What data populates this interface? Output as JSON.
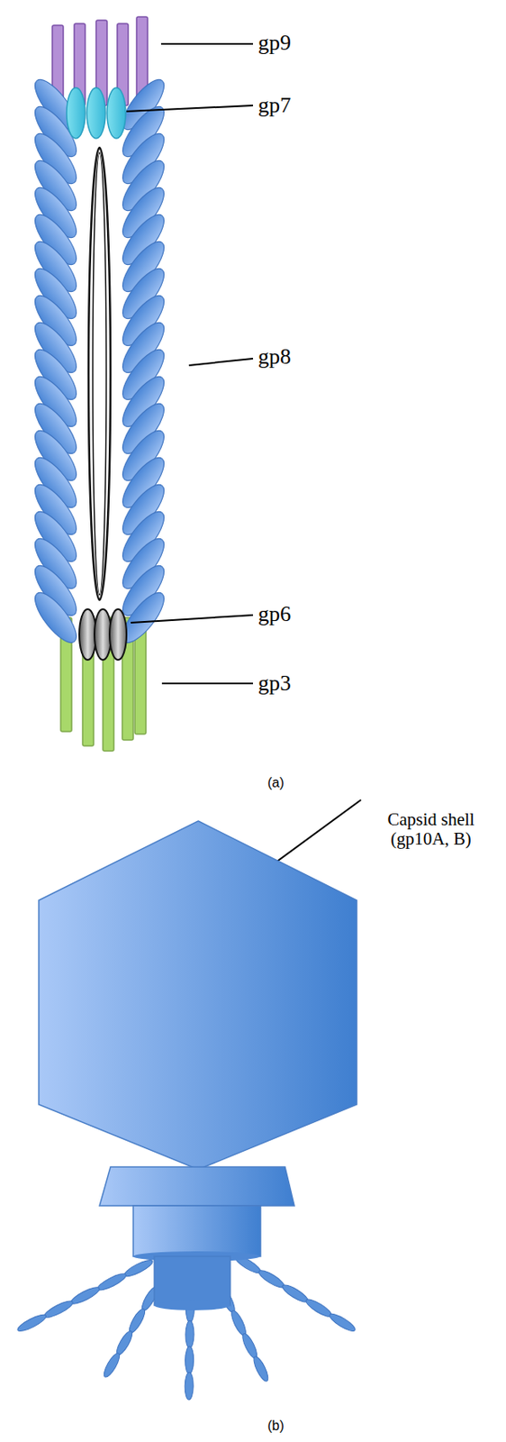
{
  "diagram": {
    "labels": [
      "gp9",
      "gp7",
      "gp8",
      "gp6",
      "gp3",
      "(a)",
      "Capsid shell (gp10A, B)",
      "(b)"
    ]
  }
}
